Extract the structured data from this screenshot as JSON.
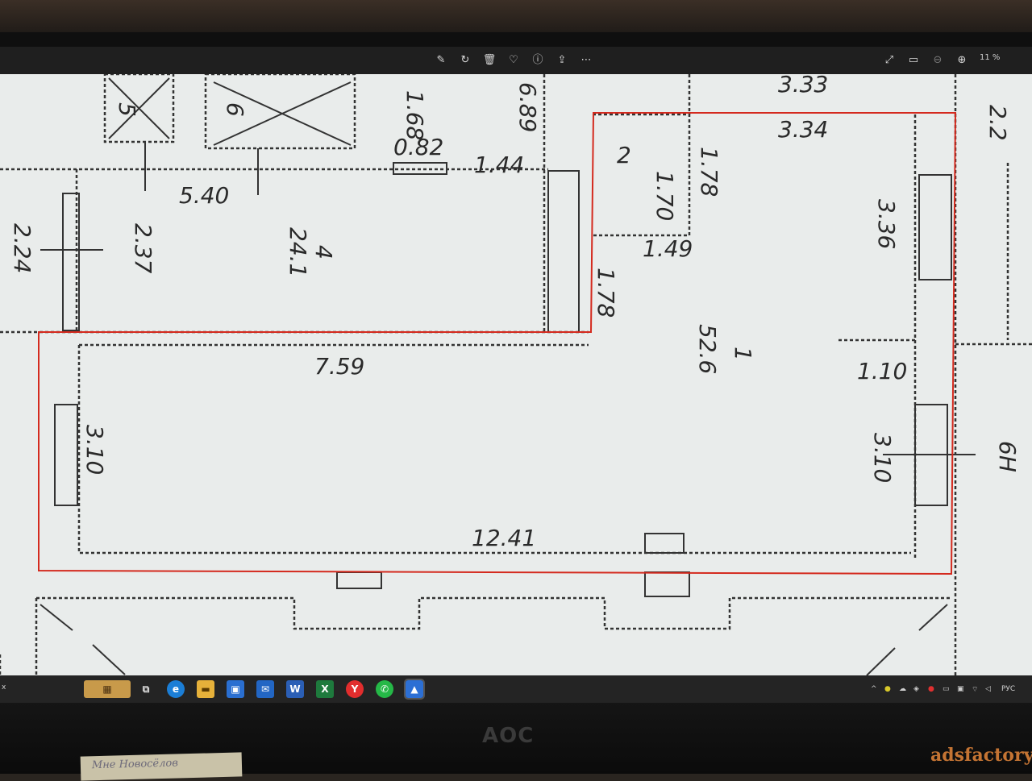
{
  "viewer": {
    "toolbar_icons": [
      "edit-icon",
      "rotate-icon",
      "delete-icon",
      "favorite-icon",
      "info-icon",
      "share-icon",
      "more-icon"
    ],
    "right_icons": [
      "fullscreen-icon",
      "fit-icon",
      "zoom-out-icon",
      "zoom-in-icon"
    ],
    "zoom": "11 %"
  },
  "plan": {
    "dims": {
      "d1": "1.68",
      "d2": "0.82",
      "d3": "6.89",
      "d4": "1.44",
      "d5": "5.40",
      "d6": "2.24",
      "d7": "2.37",
      "d8": "24.1",
      "d9": "4",
      "d10": "3.33",
      "d11": "3.34",
      "d12": "2",
      "d13": "1.78",
      "d14": "1.70",
      "d15": "1.49",
      "d16": "1.78",
      "d17": "3.36",
      "d18": "7.59",
      "d19": "52.6",
      "d20": "1",
      "d21": "1.10",
      "d22": "3.10",
      "d23": "3.10",
      "d24": "12.41",
      "d25": "5",
      "d26": "6",
      "d27": "2.2",
      "d28": "6H"
    },
    "highlight_color": "#d42a1e"
  },
  "taskbar": {
    "apps": [
      "task-view",
      "edge",
      "explorer",
      "store",
      "mail",
      "word",
      "excel",
      "yandex",
      "whatsapp",
      "photos"
    ],
    "tray_lang": "РУС",
    "left_text": "x"
  },
  "monitor": {
    "brand": "AOC"
  },
  "sticker": {
    "text": "Мне Новосёлов"
  },
  "watermark": {
    "text": "adsfactory"
  }
}
